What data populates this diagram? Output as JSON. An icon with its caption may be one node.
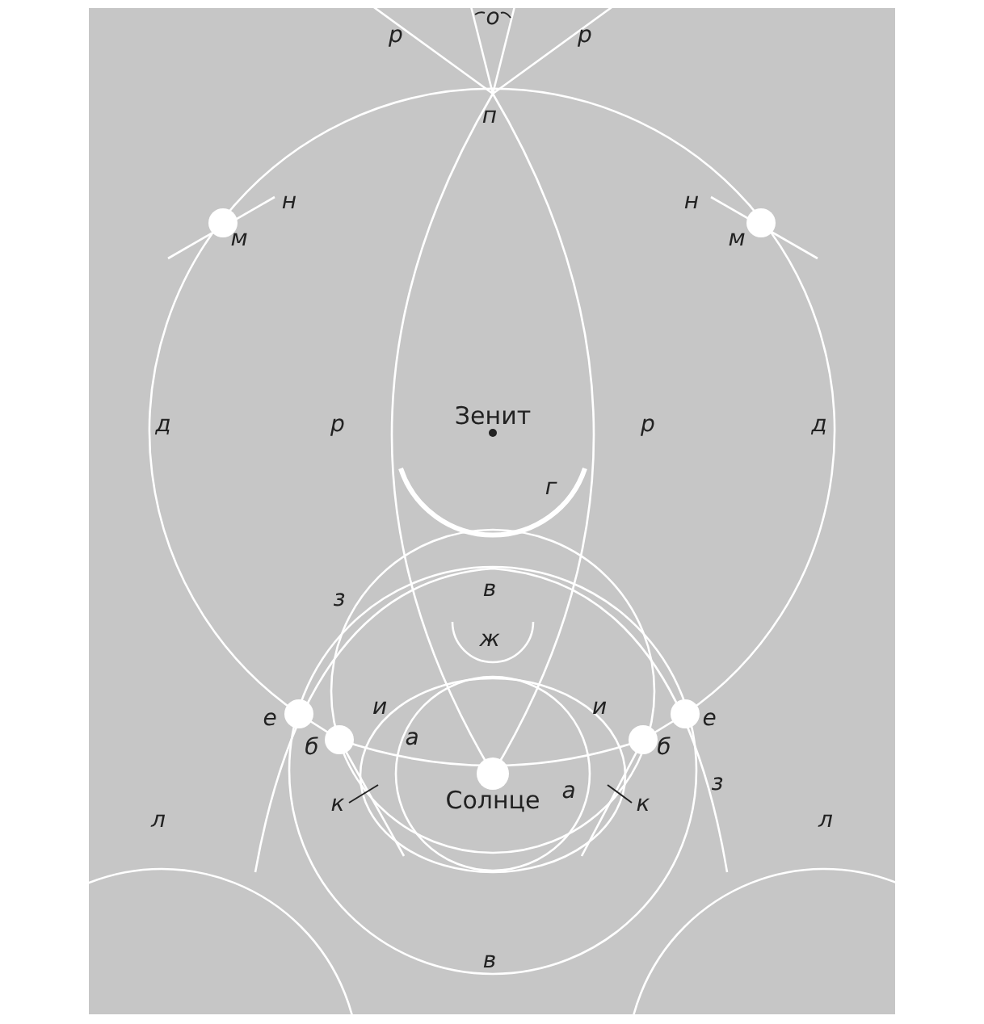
{
  "diagram": {
    "nodes": [
      {
        "text": [
          "к"
        ]
      },
      {
        "text": [
          "к"
        ]
      }
    ],
    "edges": [
      {
        "from": 0,
        "to": null,
        "arrow": "none"
      },
      {
        "from": 1,
        "to": null,
        "arrow": "none"
      }
    ],
    "labels": [
      "о",
      "р",
      "р",
      "п",
      "н",
      "н",
      "м",
      "м",
      "д",
      "р",
      "Зенит",
      "р",
      "д",
      "г",
      "в",
      "з",
      "ж",
      "и",
      "и",
      "е",
      "е",
      "б",
      "а",
      "б",
      "Солнце",
      "а",
      "з",
      "л",
      "л",
      "в"
    ]
  }
}
